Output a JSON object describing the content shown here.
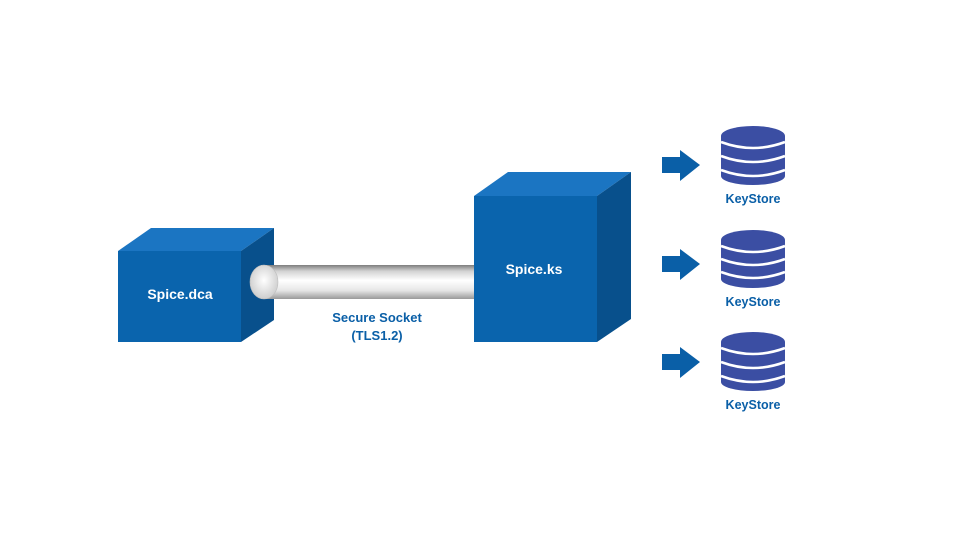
{
  "nodes": {
    "client": {
      "label": "Spice.dca"
    },
    "server": {
      "label": "Spice.ks"
    }
  },
  "connection": {
    "line1": "Secure Socket",
    "line2": "(TLS1.2)"
  },
  "keystores": [
    {
      "label": "KeyStore"
    },
    {
      "label": "KeyStore"
    },
    {
      "label": "KeyStore"
    }
  ],
  "colors": {
    "cube_front": "#0a64ad",
    "cube_top": "#1b75c2",
    "cube_side": "#08508c",
    "database": "#3b4ea3",
    "arrow": "#0a5fa7",
    "text_accent": "#0a5fa7"
  }
}
